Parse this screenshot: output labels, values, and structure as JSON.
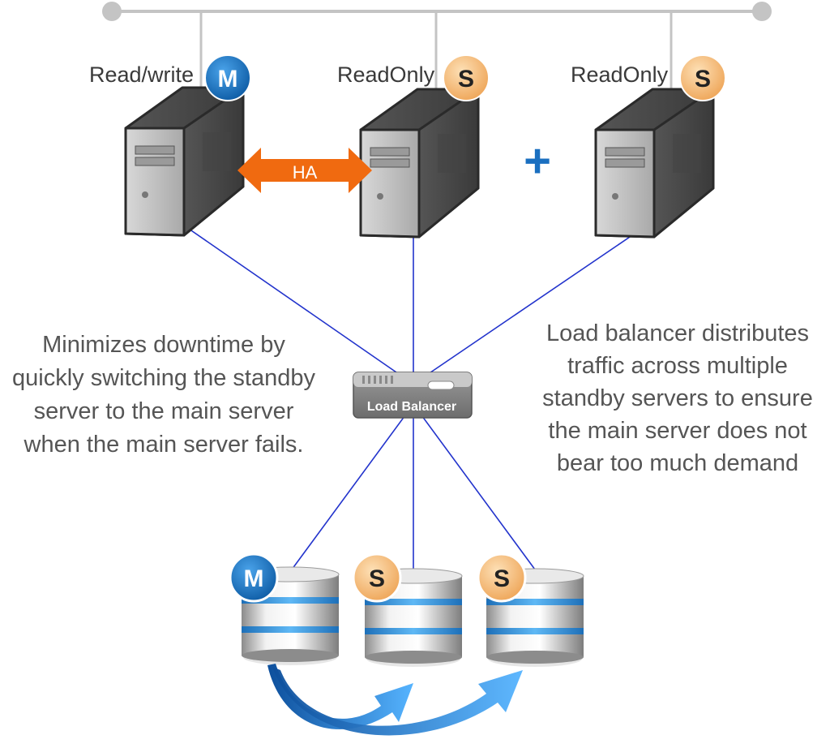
{
  "servers": [
    {
      "label": "Read/write",
      "badge": "M",
      "role": "main"
    },
    {
      "label": "ReadOnly",
      "badge": "S",
      "role": "standby"
    },
    {
      "label": "ReadOnly",
      "badge": "S",
      "role": "standby"
    }
  ],
  "ha_label": "HA",
  "plus_sign": "+",
  "load_balancer_label": "Load Balancer",
  "left_caption": [
    "Minimizes downtime by",
    "quickly switching the standby",
    "server to the main server",
    "when the main server fails."
  ],
  "right_caption": [
    "Load balancer distributes",
    "traffic across multiple",
    "standby servers to ensure",
    "the main server does not",
    "bear too much demand"
  ],
  "databases": [
    {
      "badge": "M",
      "role": "main"
    },
    {
      "badge": "S",
      "role": "standby"
    },
    {
      "badge": "S",
      "role": "standby"
    }
  ],
  "colors": {
    "main_badge": "#1a6fc0",
    "standby_badge": "#f3b66e",
    "ha_arrow": "#f06a10",
    "plus": "#1a6fc0",
    "link_lines": "#2233cc",
    "top_bus": "#c4c4c4",
    "replication_arrow": "#2f8de0",
    "db_band": "#3a9be0"
  }
}
